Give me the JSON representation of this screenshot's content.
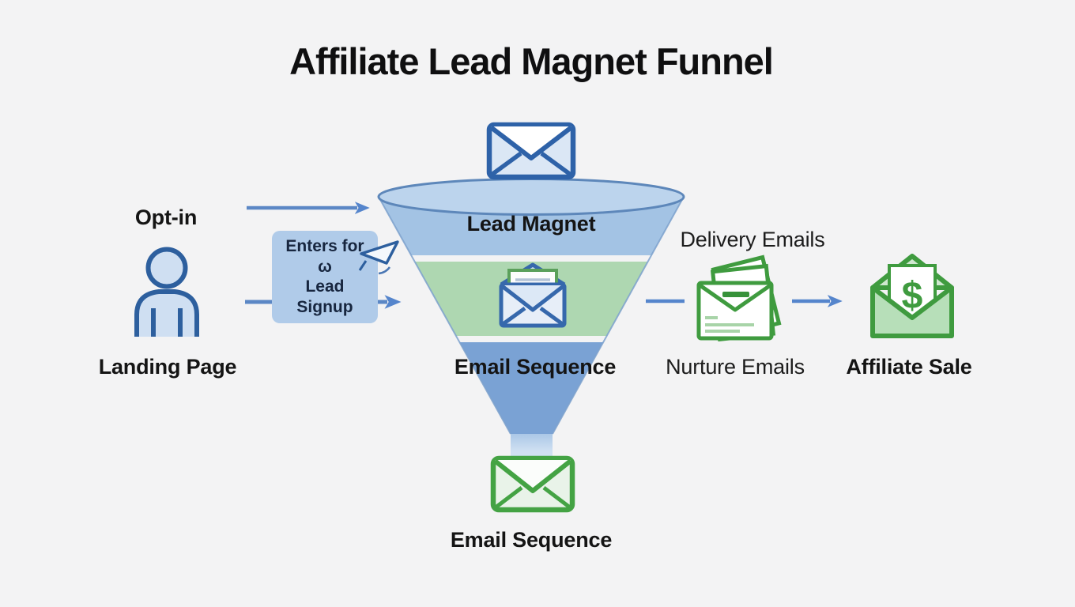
{
  "title": "Affiliate Lead Magnet Funnel",
  "left_column": {
    "optin_label": "Opt-in",
    "landing_page_label": "Landing Page",
    "signup_badge": {
      "line1": "Enters for ω",
      "line2": "Lead Signup"
    }
  },
  "funnel": {
    "stage1_label": "Lead Magnet",
    "stage3_label": "Email Sequence"
  },
  "right_column": {
    "delivery_label": "Delivery Emails",
    "nurture_label": "Nurture Emails",
    "affiliate_label": "Affiliate Sale",
    "dollar_symbol": "$"
  },
  "bottom": {
    "email_sequence_label": "Email Sequence"
  },
  "colors": {
    "background": "#f3f3f4",
    "blue_outline": "#2d5f9e",
    "arrow_blue": "#5585cc",
    "funnel_rim": "#bcd4ed",
    "funnel_band_lead_magnet": "#a3c3e4",
    "funnel_band_green": "#aed7b1",
    "funnel_band_email_sequence": "#7aa2d4",
    "funnel_stem": "#cfe0f2",
    "green_outline": "#3f9b3f",
    "green_light": "#cfe8cf",
    "badge_background": "#b0cbe9",
    "text": "#141414"
  }
}
